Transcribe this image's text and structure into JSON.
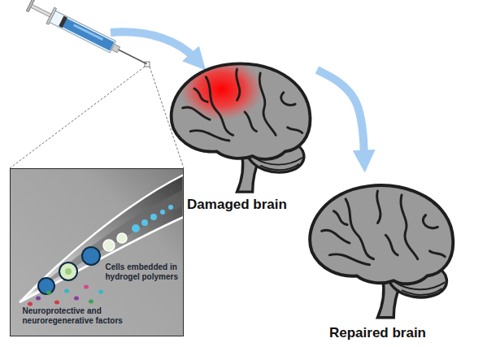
{
  "diagram": {
    "nodes": [
      {
        "text": [
          "Damaged brain"
        ]
      },
      {
        "text": [
          "Cells embedded in hydrogel polymers",
          "Neuroprotective and neuroregenerative factors"
        ]
      },
      {
        "text": [
          "Repaired brain"
        ]
      }
    ],
    "edges": [
      {
        "from": 0,
        "to": 2,
        "arrow": "to"
      }
    ]
  }
}
